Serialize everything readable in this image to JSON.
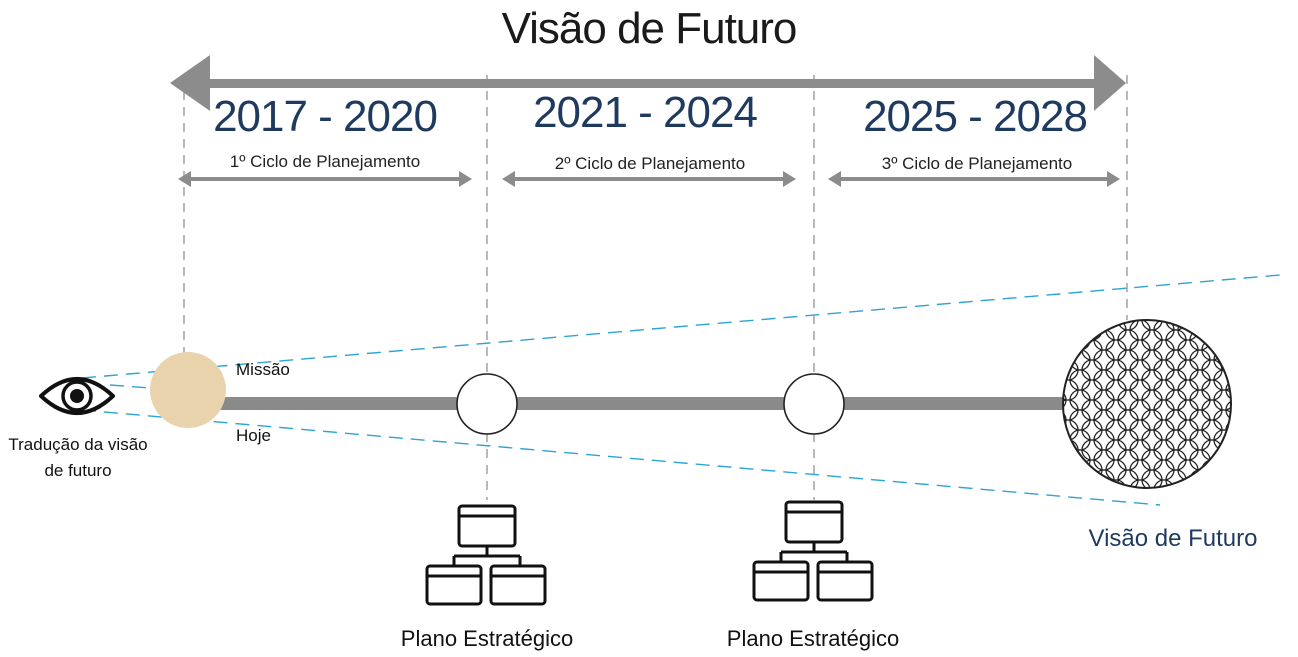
{
  "title": "Visão de Futuro",
  "periods": [
    {
      "years": "2017 - 2020",
      "cycle": "1º Ciclo de Planejamento"
    },
    {
      "years": "2021 - 2024",
      "cycle": "2º Ciclo de Planejamento"
    },
    {
      "years": "2025 - 2028",
      "cycle": "3º Ciclo de Planejamento"
    }
  ],
  "mission_label": "Missão",
  "today_label": "Hoje",
  "eye_caption_line1": "Tradução da visão",
  "eye_caption_line2": "de futuro",
  "plan_label": "Plano Estratégico",
  "vision_label": "Visão de Futuro",
  "colors": {
    "arrow_gray": "#8c8c8c",
    "timeline_gray": "#8a8a8a",
    "mission_circle": "#e8d3ad",
    "sight_lines": "#2ea3d6",
    "period_text": "#1f3a5f"
  },
  "icons": [
    "eye-icon",
    "org-chart-icon",
    "pattern-sphere"
  ]
}
